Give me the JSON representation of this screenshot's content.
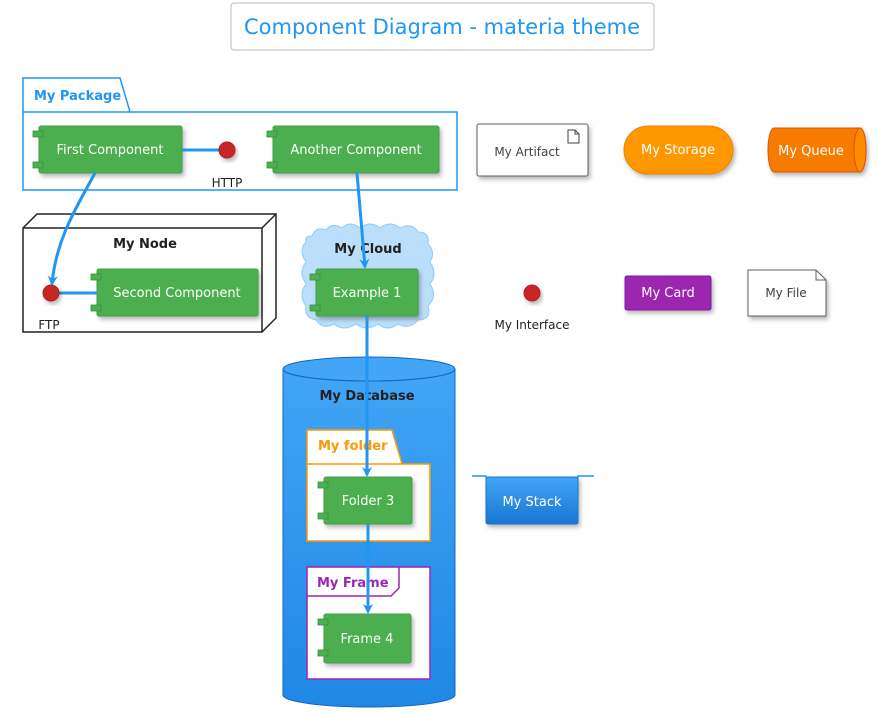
{
  "title": "Component Diagram - materia theme",
  "packages": {
    "my_package": "My Package",
    "my_folder": "My folder",
    "my_frame": "My Frame"
  },
  "containers": {
    "my_node": "My Node",
    "my_cloud": "My Cloud",
    "my_database": "My Database"
  },
  "components": {
    "first": "First Component",
    "another": "Another Component",
    "second": "Second Component",
    "example1": "Example 1",
    "folder3": "Folder 3",
    "frame4": "Frame 4"
  },
  "interfaces": {
    "http": "HTTP",
    "ftp": "FTP",
    "my_interface": "My Interface"
  },
  "elements": {
    "artifact": "My Artifact",
    "storage": "My Storage",
    "queue": "My Queue",
    "card": "My Card",
    "file": "My File",
    "stack": "My Stack"
  },
  "colors": {
    "title": "#2196F3",
    "component_fill": "#4CAF50",
    "arrow": "#2196F3",
    "interface": "#D32F2F",
    "storage": "#FF9800",
    "queue": "#F57C00",
    "card": "#9C27B0",
    "database": "#2196F3",
    "stack": "#2196F3",
    "cloud": "#BBDEFB",
    "folder_border": "#FF9800",
    "frame_border": "#9C27B0"
  }
}
